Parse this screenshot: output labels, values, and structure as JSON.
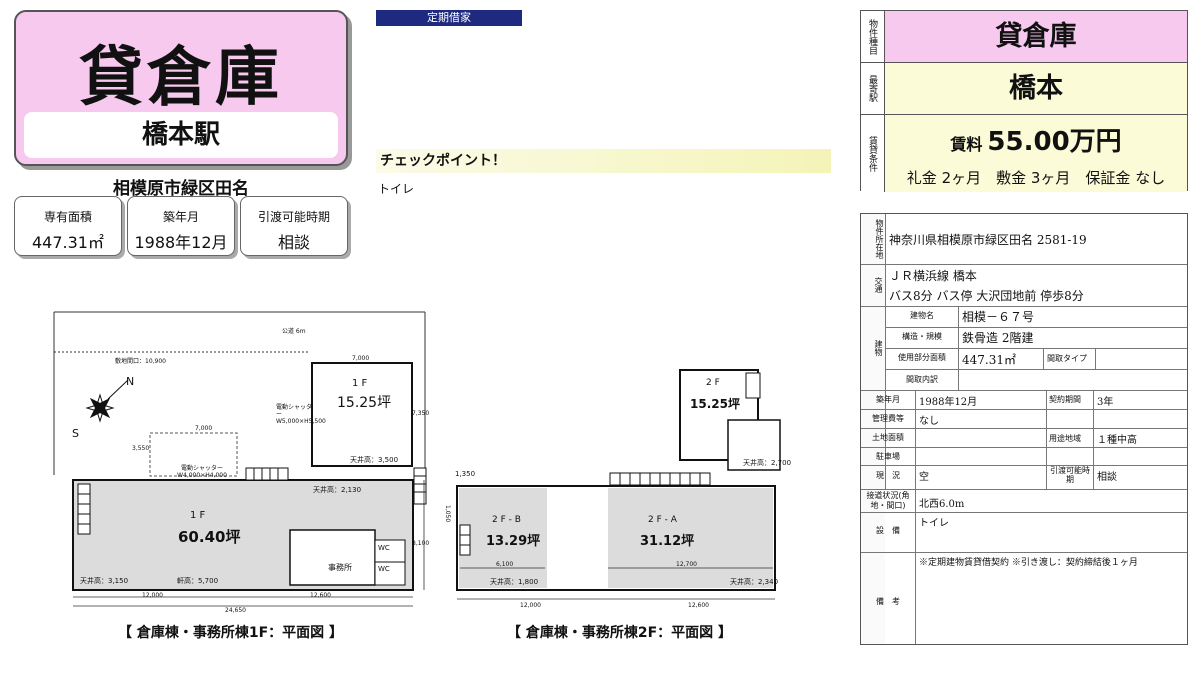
{
  "header": {
    "property_type": "貸倉庫",
    "station": "橋本駅",
    "area": "相模原市緑区田名",
    "lease_tag": "定期借家"
  },
  "stats": [
    {
      "key": "専有面積",
      "value": "447.31㎡"
    },
    {
      "key": "築年月",
      "value": "1988年12月"
    },
    {
      "key": "引渡可能時期",
      "value": "相談"
    }
  ],
  "checkpoint": {
    "title": "チェックポイント！",
    "text": "トイレ"
  },
  "summary": {
    "type_label": "物件種目",
    "type": "貸倉庫",
    "station_label": "最寄駅",
    "station": "橋本",
    "terms_label": "賃貸条件",
    "rent_prefix": "賃料",
    "rent": "55.00万円",
    "deposits": "礼金 2ヶ月　敷金 3ヶ月　保証金 なし"
  },
  "details": {
    "address_label": "物件所在地",
    "address": "神奈川県相模原市緑区田名 2581-19",
    "transport_label": "交通",
    "transport_line1": "ＪＲ横浜線 橋本",
    "transport_line2": "バス8分 バス停 大沢団地前 停歩8分",
    "building_label": "建物",
    "building_name_label": "建物名",
    "building_name": "相模－６７号",
    "structure_label": "構造・規模",
    "structure": "鉄骨造 2階建",
    "area_label": "使用部分面積",
    "area_value": "447.31㎡",
    "layout_type_label": "間取タイプ",
    "layout_detail_label": "間取内訳",
    "built_label": "築年月",
    "built": "1988年12月",
    "contract_label": "契約期間",
    "contract": "3年",
    "mgmt_label": "管理費等",
    "mgmt": "なし",
    "land_label": "土地面積",
    "zoning_label": "用途地域",
    "zoning": "１種中高",
    "parking_label": "駐車場",
    "status_label": "現　況",
    "status": "空",
    "handover_label": "引渡可能時期",
    "handover": "相談",
    "road_label": "接道状況(角地・間口)",
    "road": "北西6.0m",
    "facility_label": "設　備",
    "facility": "トイレ",
    "remarks_label": "備　考",
    "remarks": "※定期建物賃貸借契約 ※引き渡し：契約締結後１ヶ月"
  },
  "plan1f": {
    "caption": "【 倉庫棟・事務所棟1F：平面図 】",
    "site_frontage": "敷地間口：10,900",
    "setback": "公道 6m",
    "dim_7000a": "7,000",
    "dim_7000b": "7,000",
    "shutter_office": "電動シャッター W5,000×H5,500",
    "shutter_main": "電動シャッター W4,000×H4,000",
    "floor_upper": "1 F",
    "tsubo_upper": "15.25坪",
    "ceil_upper": "天井高：3,500",
    "floor_main": "1 F",
    "tsubo_main": "60.40坪",
    "ceil_main": "天井高：2,130",
    "ceil_left": "天井高：3,150",
    "eaves": "軒高：5,700",
    "office": "事務所",
    "wc1": "WC",
    "wc2": "WC",
    "dim_12000": "12,000",
    "dim_12600": "12,600",
    "dim_24650": "24,650",
    "dim_3550": "3,550",
    "dim_7350": "7,350",
    "dim_8100": "8,100",
    "north": "N",
    "south": "S"
  },
  "plan2f": {
    "caption": "【 倉庫棟・事務所棟2F：平面図 】",
    "floor_upper": "2 F",
    "tsubo_upper": "15.25坪",
    "ceil_upper": "天井高：2,700",
    "b_label": "2 F - B",
    "b_tsubo": "13.29坪",
    "b_width": "6,100",
    "b_ceil": "天井高：1,800",
    "a_label": "2 F - A",
    "a_tsubo": "31.12坪",
    "a_width": "12,700",
    "a_ceil": "天井高：2,340",
    "dim_1350": "1,350",
    "dim_1050": "1,050",
    "dim_12000": "12,000",
    "dim_12600": "12,600"
  }
}
